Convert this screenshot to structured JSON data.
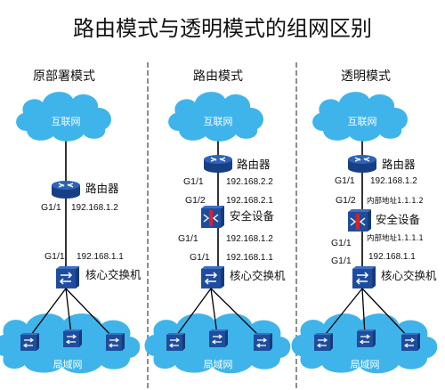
{
  "title": "路由模式与透明模式的组网区别",
  "colors": {
    "cloud": "#3fb4ea",
    "device_blue": "#1f4d9e",
    "divider": "#444444"
  },
  "columns": {
    "original": {
      "heading": "原部署模式",
      "cloud_top": "互联网",
      "router_label": "路由器",
      "router_port": "G1/1",
      "router_ip": "192.168.1.2",
      "core_port": "G1/1",
      "core_ip": "192.168.1.1",
      "core_label": "核心交换机",
      "cloud_bottom": "局域网"
    },
    "routing": {
      "heading": "路由模式",
      "cloud_top": "互联网",
      "router_label": "路由器",
      "router_port": "G1/1",
      "router_ip": "192.168.2.2",
      "fw_port_up": "G1/2",
      "fw_ip_up": "192.168.2.1",
      "fw_label": "安全设备",
      "fw_port_down": "G1/1",
      "fw_ip_down": "192.168.1.2",
      "core_port": "G1/1",
      "core_ip": "192.168.1.1",
      "core_label": "核心交换机",
      "cloud_bottom": "局域网"
    },
    "transparent": {
      "heading": "透明模式",
      "cloud_top": "互联网",
      "router_label": "路由器",
      "router_port": "G1/1",
      "router_ip": "192.168.1.2",
      "fw_port_up": "G1/2",
      "fw_ip_up": "内部地址1.1.1.2",
      "fw_label": "安全设备",
      "fw_port_down": "G1/1",
      "fw_ip_down": "内部地址1.1.1.1",
      "core_port": "G1/1",
      "core_ip": "192.168.1.1",
      "core_label": "核心交换机",
      "cloud_bottom": "局域网"
    }
  }
}
